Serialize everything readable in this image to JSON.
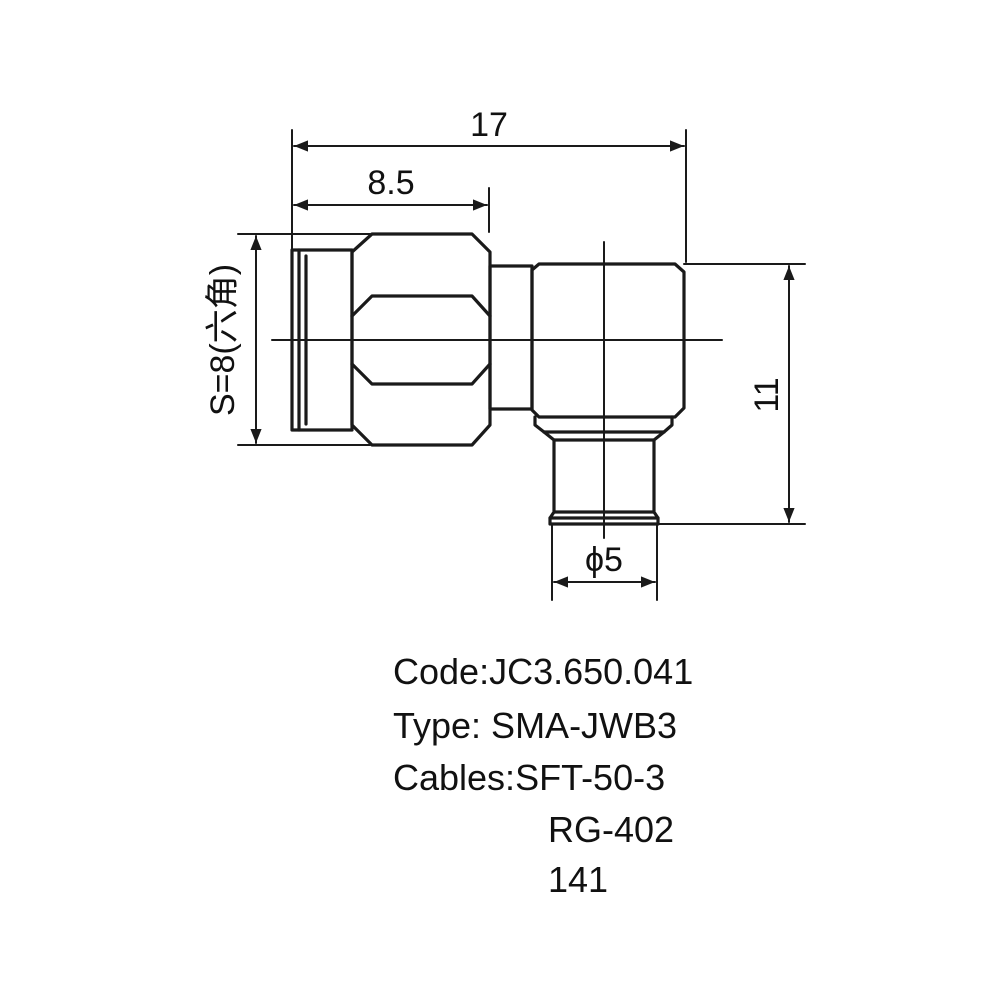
{
  "dimensions": {
    "overall_length": "17",
    "hex_length": "8.5",
    "hex_size": "S=8(六角)",
    "height": "11",
    "diameter": "ϕ5"
  },
  "specs": {
    "code": "Code:JC3.650.041",
    "type": "Type: SMA-JWB3",
    "cables_label": "Cables:SFT-50-3",
    "cable_2": "RG-402",
    "cable_3": "141"
  },
  "colors": {
    "line": "#1a1a1a",
    "background": "#ffffff"
  }
}
